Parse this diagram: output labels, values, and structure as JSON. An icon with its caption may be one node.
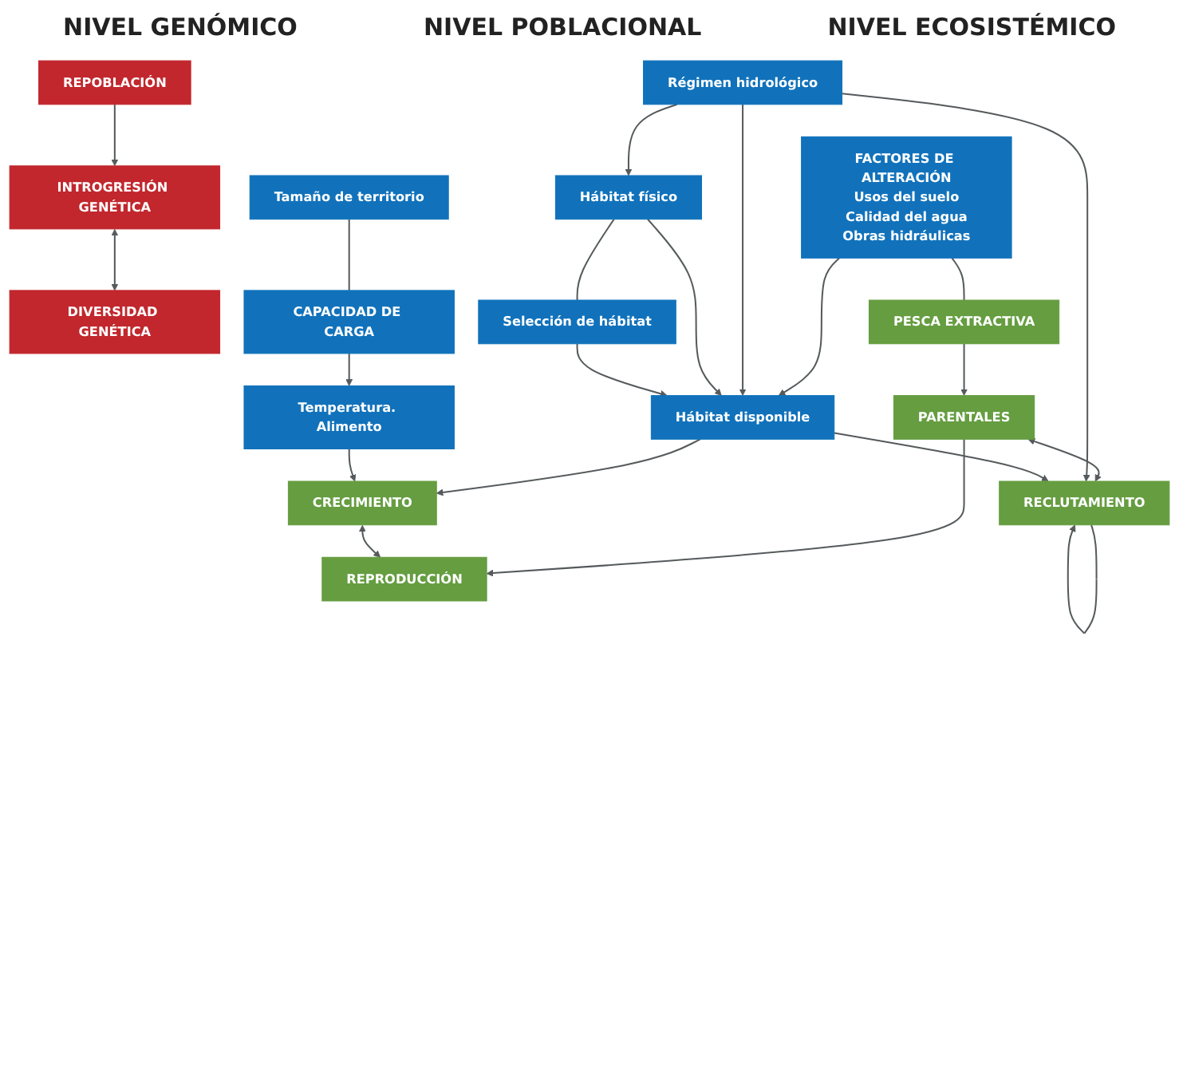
{
  "diagram": {
    "nodes": [
      {
        "text": [
          "REPOBLACIÓN"
        ]
      },
      {
        "text": [
          "INTROGRESIÓN GENÉTICA"
        ]
      },
      {
        "text": [
          "DIVERSIDAD GENÉTICA"
        ]
      },
      {
        "text": [
          "PESCA EXTRACTIVA"
        ]
      },
      {
        "text": [
          "FACTORES DE ALTERACIÓN",
          "Usos del suelo",
          "Calidad del agua",
          "Obras hidráulicas"
        ]
      },
      {
        "text": [
          "PARENTALES"
        ]
      },
      {
        "text": [
          "Régimen hidrológico"
        ]
      },
      {
        "text": [
          "Hábitat físico"
        ]
      },
      {
        "text": [
          "RECLUTAMIENTO"
        ]
      },
      {
        "text": [
          "Selección de hábitat"
        ]
      },
      {
        "text": [
          "Hábitat disponible"
        ]
      },
      {
        "text": [
          "CRECIMIENTO"
        ]
      },
      {
        "text": [
          "Tamaño de territorio"
        ]
      },
      {
        "text": [
          "CAPACIDAD DE CARGA"
        ]
      },
      {
        "text": [
          "REPRODUCCIÓN"
        ]
      },
      {
        "text": [
          "Temperatura. Alimento"
        ]
      }
    ],
    "edges": [
      {
        "from": 0,
        "to": 1,
        "arrow": "to"
      },
      {
        "from": 1,
        "to": 2,
        "arrow": "both"
      },
      {
        "from": 4,
        "to": 3,
        "arrow": "none"
      },
      {
        "from": 3,
        "to": 5,
        "arrow": "to"
      },
      {
        "from": 5,
        "to": 8,
        "arrow": "both"
      },
      {
        "from": 5,
        "to": 14,
        "arrow": "to"
      },
      {
        "from": 6,
        "to": 8,
        "arrow": "to"
      },
      {
        "from": 6,
        "to": 7,
        "arrow": "to"
      },
      {
        "from": 7,
        "to": 9,
        "arrow": "none"
      },
      {
        "from": 4,
        "to": 10,
        "arrow": "to"
      },
      {
        "from": 6,
        "to": 10,
        "arrow": "to"
      },
      {
        "from": 7,
        "to": 10,
        "arrow": "to"
      },
      {
        "from": 9,
        "to": 10,
        "arrow": "to"
      },
      {
        "from": 8,
        "to": 8,
        "arrow": "to"
      },
      {
        "from": 10,
        "to": 8,
        "arrow": "to"
      },
      {
        "from": 10,
        "to": 11,
        "arrow": "to"
      },
      {
        "from": 11,
        "to": 14,
        "arrow": "both"
      },
      {
        "from": 12,
        "to": 13,
        "arrow": "none"
      },
      {
        "from": 13,
        "to": 15,
        "arrow": "to"
      },
      {
        "from": 15,
        "to": 11,
        "arrow": "to"
      }
    ],
    "labels": [
      "NIVEL GENÓMICO",
      "NIVEL POBLACIONAL",
      "NIVEL ECOSISTÉMICO"
    ]
  }
}
